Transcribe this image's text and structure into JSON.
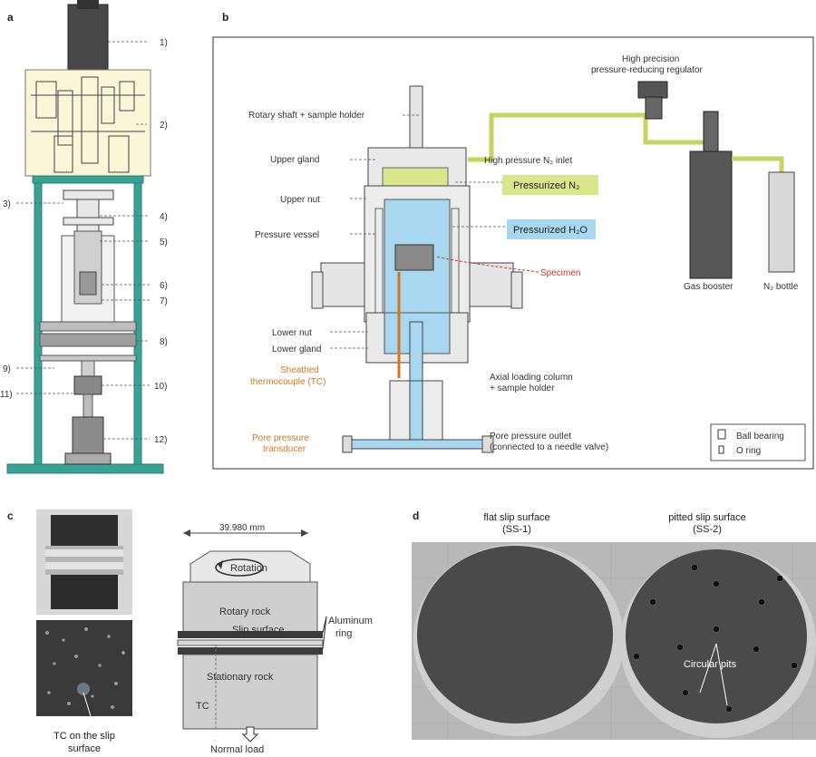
{
  "panels": {
    "a": "a",
    "b": "b",
    "c": "c",
    "d": "d"
  },
  "panel_a": {
    "callouts": [
      "1)",
      "2)",
      "3)",
      "4)",
      "5)",
      "6)",
      "7)",
      "8)",
      "9)",
      "10)",
      "11)",
      "12)"
    ],
    "colors": {
      "frame": "#3aa195",
      "base_panel": "#faf7d8"
    }
  },
  "panel_b": {
    "labels": {
      "rotary_shaft": "Rotary shaft + sample holder",
      "upper_gland": "Upper gland",
      "upper_nut": "Upper nut",
      "pressure_vessel": "Pressure vessel",
      "lower_nut": "Lower nut",
      "lower_gland": "Lower gland",
      "thermocouple_l1": "Sheathed",
      "thermocouple_l2": "thermocouple (TC)",
      "pore_transducer_l1": "Pore pressure",
      "pore_transducer_l2": "transducer",
      "regulator_l1": "High precision",
      "regulator_l2": "pressure-reducing regulator",
      "n2_inlet": "High pressure N₂ inlet",
      "pressurized_n2": "Pressurized N₂",
      "pressurized_h2o": "Pressurized H₂O",
      "specimen": "Specimen",
      "axial_l1": "Axial loading column",
      "axial_l2": "+ sample holder",
      "pore_outlet_l1": "Pore pressure outlet",
      "pore_outlet_l2": "(connected to a needle valve)",
      "gas_booster": "Gas booster",
      "n2_bottle": "N₂ bottle",
      "legend_ball": "Ball bearing",
      "legend_oring": "O ring"
    },
    "colors": {
      "n2": "#d9e68c",
      "h2o": "#a7d8ef",
      "specimen_arrow": "#c0392b",
      "tc": "#d2781e"
    }
  },
  "panel_c": {
    "dimension": "39.980 mm",
    "rotation": "Rotation",
    "rotary_rock": "Rotary rock",
    "slip_surface": "Slip surface",
    "aluminum_l1": "Aluminum",
    "aluminum_l2": "ring",
    "stationary_rock": "Stationary rock",
    "tc": "TC",
    "normal_load": "Normal load",
    "tc_photo_l1": "TC on the slip",
    "tc_photo_l2": "surface"
  },
  "panel_d": {
    "left_title_l1": "flat slip surface",
    "left_title_l2": "(SS-1)",
    "right_title_l1": "pitted slip surface",
    "right_title_l2": "(SS-2)",
    "pits_label": "Circular pits"
  }
}
